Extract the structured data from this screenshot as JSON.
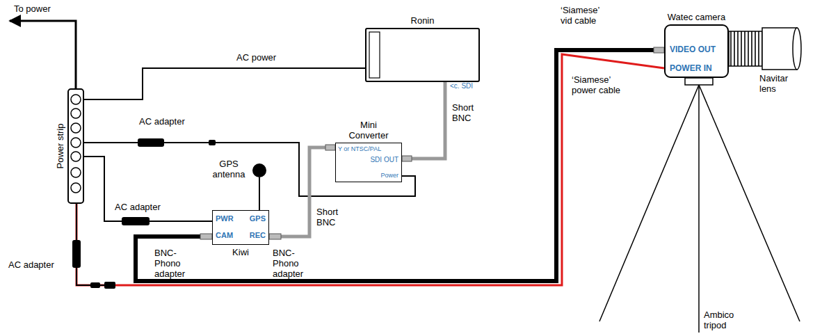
{
  "diagram": {
    "nodes": [
      {
        "text": [
          "Power strip"
        ]
      },
      {
        "text": [
          "Ronin",
          "<c. SDI"
        ]
      },
      {
        "text": [
          "Mini Converter",
          "Y or NTSC/PAL",
          "SDI OUT",
          "Power"
        ]
      },
      {
        "text": [
          "GPS antenna"
        ]
      },
      {
        "text": [
          "PWR",
          "GPS",
          "CAM",
          "REC",
          "Kiwi"
        ]
      },
      {
        "text": [
          "Watec camera",
          "VIDEO OUT",
          "POWER IN"
        ]
      }
    ],
    "edges": [
      {
        "from": 0,
        "to": 1,
        "arrow": "none",
        "label": "AC power"
      },
      {
        "from": 0,
        "to": 2,
        "arrow": "none",
        "label": "AC adapter"
      },
      {
        "from": 0,
        "to": 4,
        "arrow": "none",
        "label": "AC adapter"
      },
      {
        "from": 0,
        "to": 5,
        "arrow": "none",
        "label": "AC adapter"
      },
      {
        "from": 2,
        "to": 1,
        "arrow": "none",
        "label": "Short BNC"
      },
      {
        "from": 4,
        "to": 2,
        "arrow": "none",
        "label": "Short BNC"
      },
      {
        "from": 4,
        "to": 5,
        "arrow": "none"
      },
      {
        "from": 3,
        "to": 4,
        "arrow": "none"
      }
    ],
    "labels": [
      "To power",
      "‘Siamese’ vid cable",
      "‘Siamese’ power cable",
      "Navitar lens",
      "Ambico tripod",
      "BNC-Phono adapter",
      "BNC-Phono adapter"
    ]
  }
}
